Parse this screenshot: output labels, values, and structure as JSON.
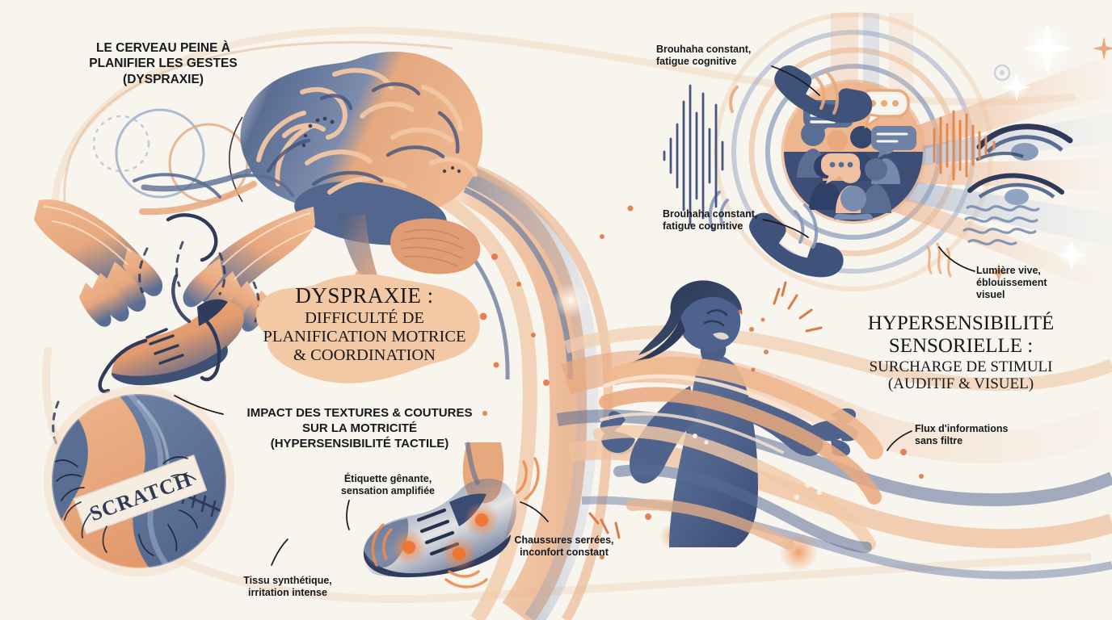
{
  "meta": {
    "background": "#F8F5EF",
    "palette": {
      "cream": "#F8F5EF",
      "blue": "#5A6E93",
      "blue_dark": "#3C4E73",
      "navy": "#2E3A57",
      "peach": "#E9A87E",
      "peach_light": "#F3C7A4",
      "peach_pale": "#F7DFC9",
      "orange": "#E8763C",
      "ink": "#16181C"
    }
  },
  "headings": {
    "left_brain": "LE CERVEAU PEINE À\nPLANIFIER LES GESTES\n(DYSPRAXIE)",
    "tactile": "IMPACT DES TEXTURES & COUTURES\nSUR LA MOTRICITÉ\n(HYPERSENSIBILITÉ TACTILE)"
  },
  "center_callout": {
    "title": "DYSPRAXIE :",
    "subtitle": "DIFFICULTÉ DE\nPLANIFICATION MOTRICE\n& COORDINATION"
  },
  "right_callout": {
    "title": "HYPERSENSIBILITÉ\nSENSORIELLE :",
    "subtitle": "SURCHARGE DE STIMULI\n(AUDITIF & VISUEL)"
  },
  "annotations": {
    "noise_top": "Brouhaha constant,\nfatigue cognitive",
    "noise_bottom": "Brouhaha constant,\nfatigue cognitive",
    "light": "Lumière vive,\néblouissement\nvisuel",
    "flux": "Flux d'informations\nsans filtre",
    "label_tag": "Étiquette gênante,\nsensation amplifiée",
    "shoes": "Chaussures serrées,\ninconfort constant",
    "fabric": "Tissu synthétique,\nirritation intense"
  },
  "illustration_labels": {
    "scratch_tag": "SCRATCH"
  },
  "icons": {
    "brain": "brain-icon",
    "hands_tying_shoe": "hands-tying-shoe-icon",
    "shoe": "shoe-icon",
    "fabric_magnifier": "fabric-magnifier-icon",
    "crowd_circle": "crowd-circle-icon",
    "phone_ringing": "phone-ringing-icon",
    "sound_wave": "sound-wave-icon",
    "eye": "eye-icon",
    "sparkle": "sparkle-icon",
    "overwhelmed_person": "overwhelmed-person-icon",
    "speech_bubble": "speech-bubble-icon"
  }
}
